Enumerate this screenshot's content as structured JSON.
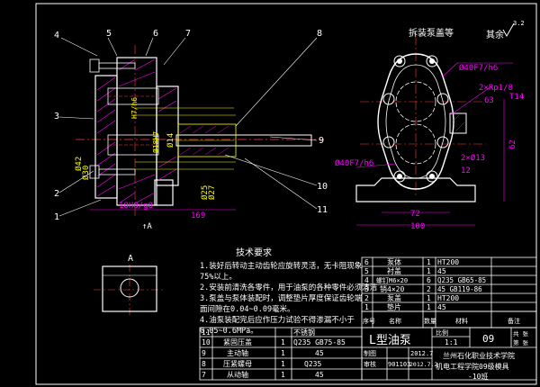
{
  "title_top": "拆装泵盖等",
  "other_note": "其余",
  "roughness_top": "3.2",
  "balloons": [
    "1",
    "2",
    "3",
    "4",
    "5",
    "6",
    "7",
    "8",
    "9",
    "10",
    "11"
  ],
  "dims_left": {
    "length_169": "169",
    "fit_18h8": "18H8/g8",
    "dia_30": "Ø30",
    "dia_14": "Ø14",
    "dia_27": "Ø27",
    "dia_25": "Ø25",
    "dia_42": "Ø42",
    "view_label": "↑A",
    "fit_h7": "H7/h6",
    "fit_18h7": "Ø18H7"
  },
  "dims_right": {
    "fit_top": "Ø40F7/h6",
    "fit_bottom": "Ø40F7/h6",
    "thread": "2×Rp1/8",
    "depth": "T14",
    "dim_63": "63",
    "dim_2x13": "2×Ø13",
    "dim_62": "62",
    "dim_72": "72",
    "dim_100": "100",
    "dim_12": "12"
  },
  "view_a": {
    "label": "A"
  },
  "tech_title": "技术要求",
  "tech_lines": [
    "1.装好后转动主动齿轮应旋转灵活，无卡阻现象",
    "75%以上。",
    "2.安装前清洗各零件，用于油泵的各种零件必须清洁",
    "3.泵盖与泵体装配时，调整垫片厚度保证齿轮端",
    "面间隙在0.04~0.09毫米。",
    "4.油泵装配完后应作压力试验不得渗漏不小于",
    "0.05~0.6MPa。"
  ],
  "parts_upper": [
    {
      "no": "6",
      "name": "泵体",
      "qty": "1",
      "mat": "HT200"
    },
    {
      "no": "5",
      "name": "衬盖",
      "qty": "1",
      "mat": "45"
    },
    {
      "no": "4",
      "name": "螺钉M6×20",
      "qty": "6",
      "mat": "Q235 GB65-85"
    },
    {
      "no": "3",
      "name": "销4×20",
      "qty": "2",
      "mat": "45 GB119-86"
    },
    {
      "no": "2",
      "name": "泵盖",
      "qty": "1",
      "mat": "HT200"
    },
    {
      "no": "1",
      "name": "垫片",
      "qty": "1",
      "mat": "45"
    }
  ],
  "header_labels": {
    "no": "序号",
    "name": "名称",
    "qty": "数量",
    "mat": "材料",
    "note": "备注"
  },
  "title_block": {
    "drawing_title": "L型油泵",
    "scale_label": "比例",
    "scale_value": "1:1",
    "drawing_no": "09",
    "sheet_label": "共 张",
    "sheet_num": "第 张",
    "drawn_label": "制图",
    "drawn_date": "2012.7",
    "check_label": "审核",
    "check_value": "901103",
    "check_date": "2012.7.2",
    "school": "兰州石化职业技术学院",
    "dept": "机电工程学院09级模具",
    "class_no": "-10班"
  },
  "parts_lower": [
    {
      "no": "11",
      "name": "",
      "qty": "",
      "mat": "不锈钢"
    },
    {
      "no": "10",
      "name": "紧固压盖",
      "qty": "1",
      "mat": "Q235 GB75-85"
    },
    {
      "no": "9",
      "name": "主动轴",
      "qty": "1",
      "mat": "45"
    },
    {
      "no": "8",
      "name": "压紧螺母",
      "qty": "1",
      "mat": "Q235"
    },
    {
      "no": "7",
      "name": "从动轴",
      "qty": "1",
      "mat": "45"
    }
  ]
}
